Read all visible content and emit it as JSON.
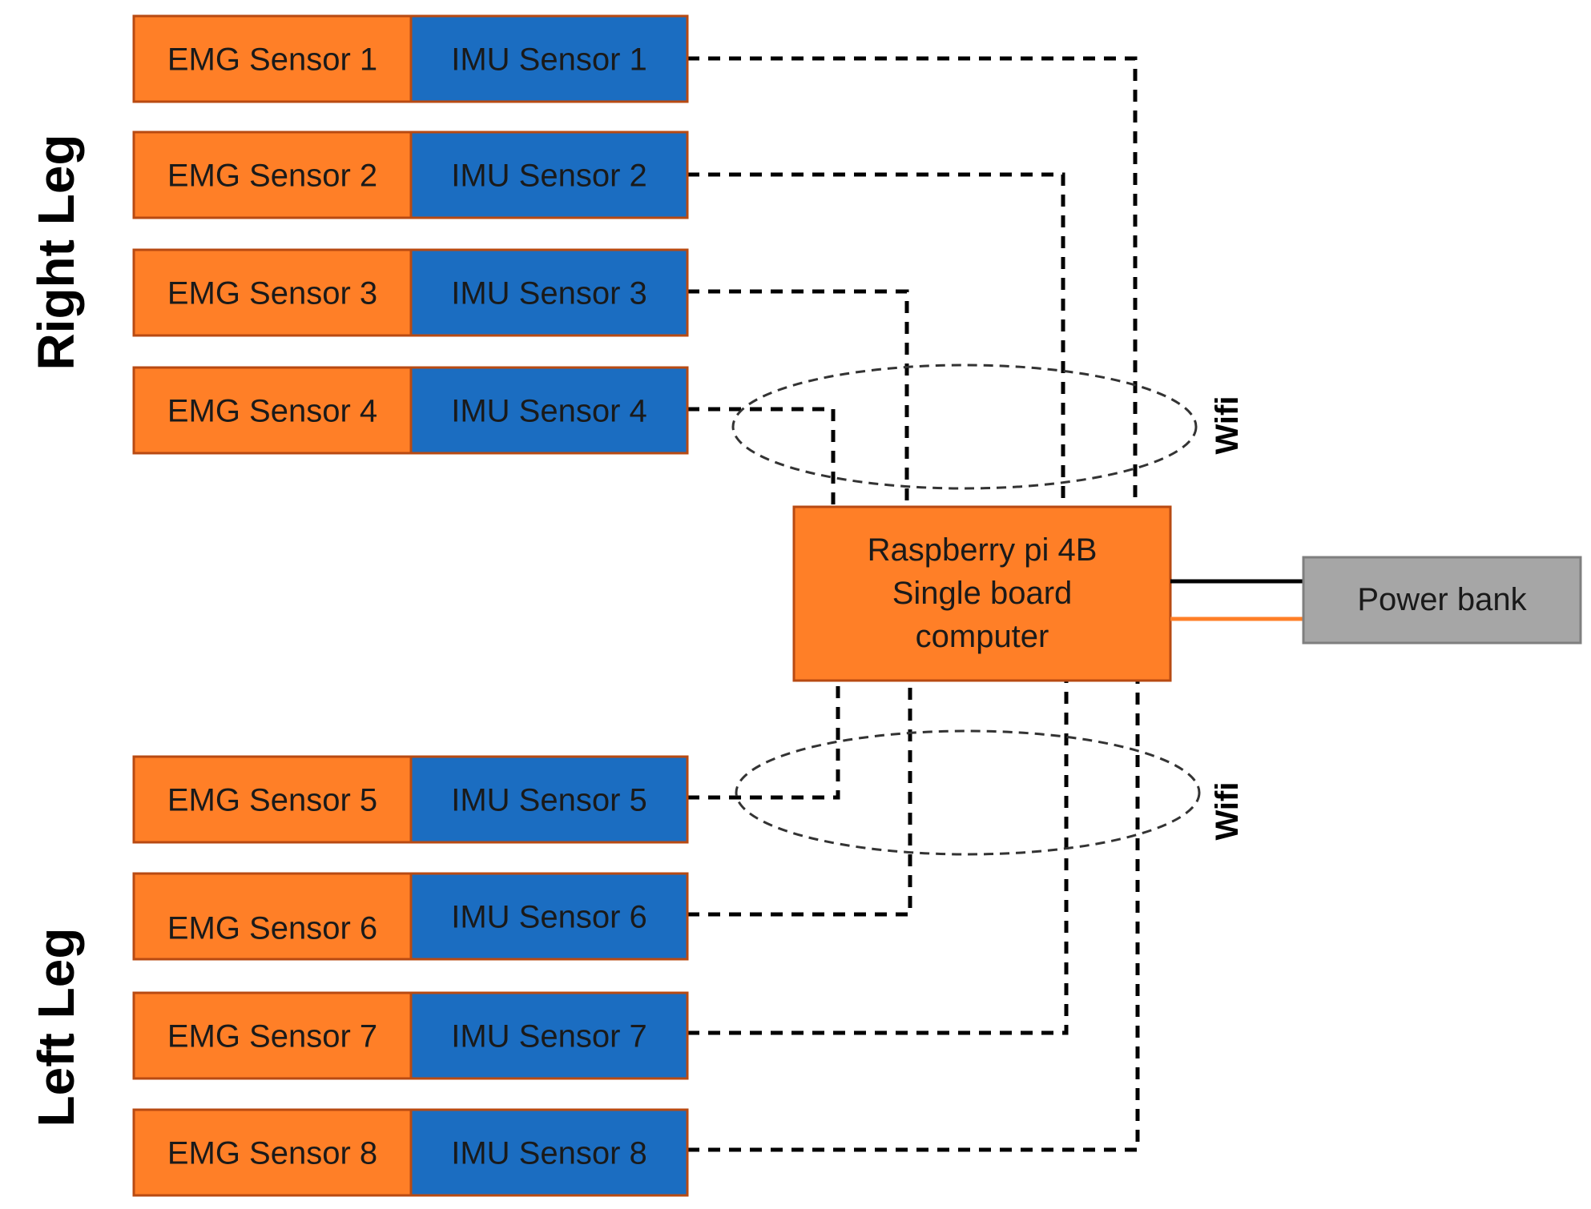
{
  "legs": {
    "right": "Right Leg",
    "left": "Left Leg"
  },
  "sensors": [
    {
      "emg": "EMG Sensor 1",
      "imu": "IMU Sensor 1"
    },
    {
      "emg": "EMG Sensor 2",
      "imu": "IMU Sensor 2"
    },
    {
      "emg": "EMG Sensor 3",
      "imu": "IMU Sensor 3"
    },
    {
      "emg": "EMG Sensor 4",
      "imu": "IMU Sensor 4"
    },
    {
      "emg": "EMG Sensor 5",
      "imu": "IMU Sensor 5"
    },
    {
      "emg": "EMG Sensor 6",
      "imu": "IMU Sensor 6"
    },
    {
      "emg": "EMG Sensor 7",
      "imu": "IMU Sensor 7"
    },
    {
      "emg": "EMG Sensor 8",
      "imu": "IMU Sensor 8"
    }
  ],
  "hub": {
    "lines": [
      "Raspberry pi 4B",
      "Single board",
      "computer"
    ]
  },
  "power_bank": "Power bank",
  "wifi": [
    "Wifi",
    "Wifi"
  ],
  "colors": {
    "emg": "#FF7F27",
    "imu": "#1B6DC1",
    "hub": "#FF7F27",
    "power_bank": "#A6A6A6",
    "box_border": "#B84A12",
    "power_wire_orange": "#FF7F27",
    "power_wire_black": "#000000"
  }
}
